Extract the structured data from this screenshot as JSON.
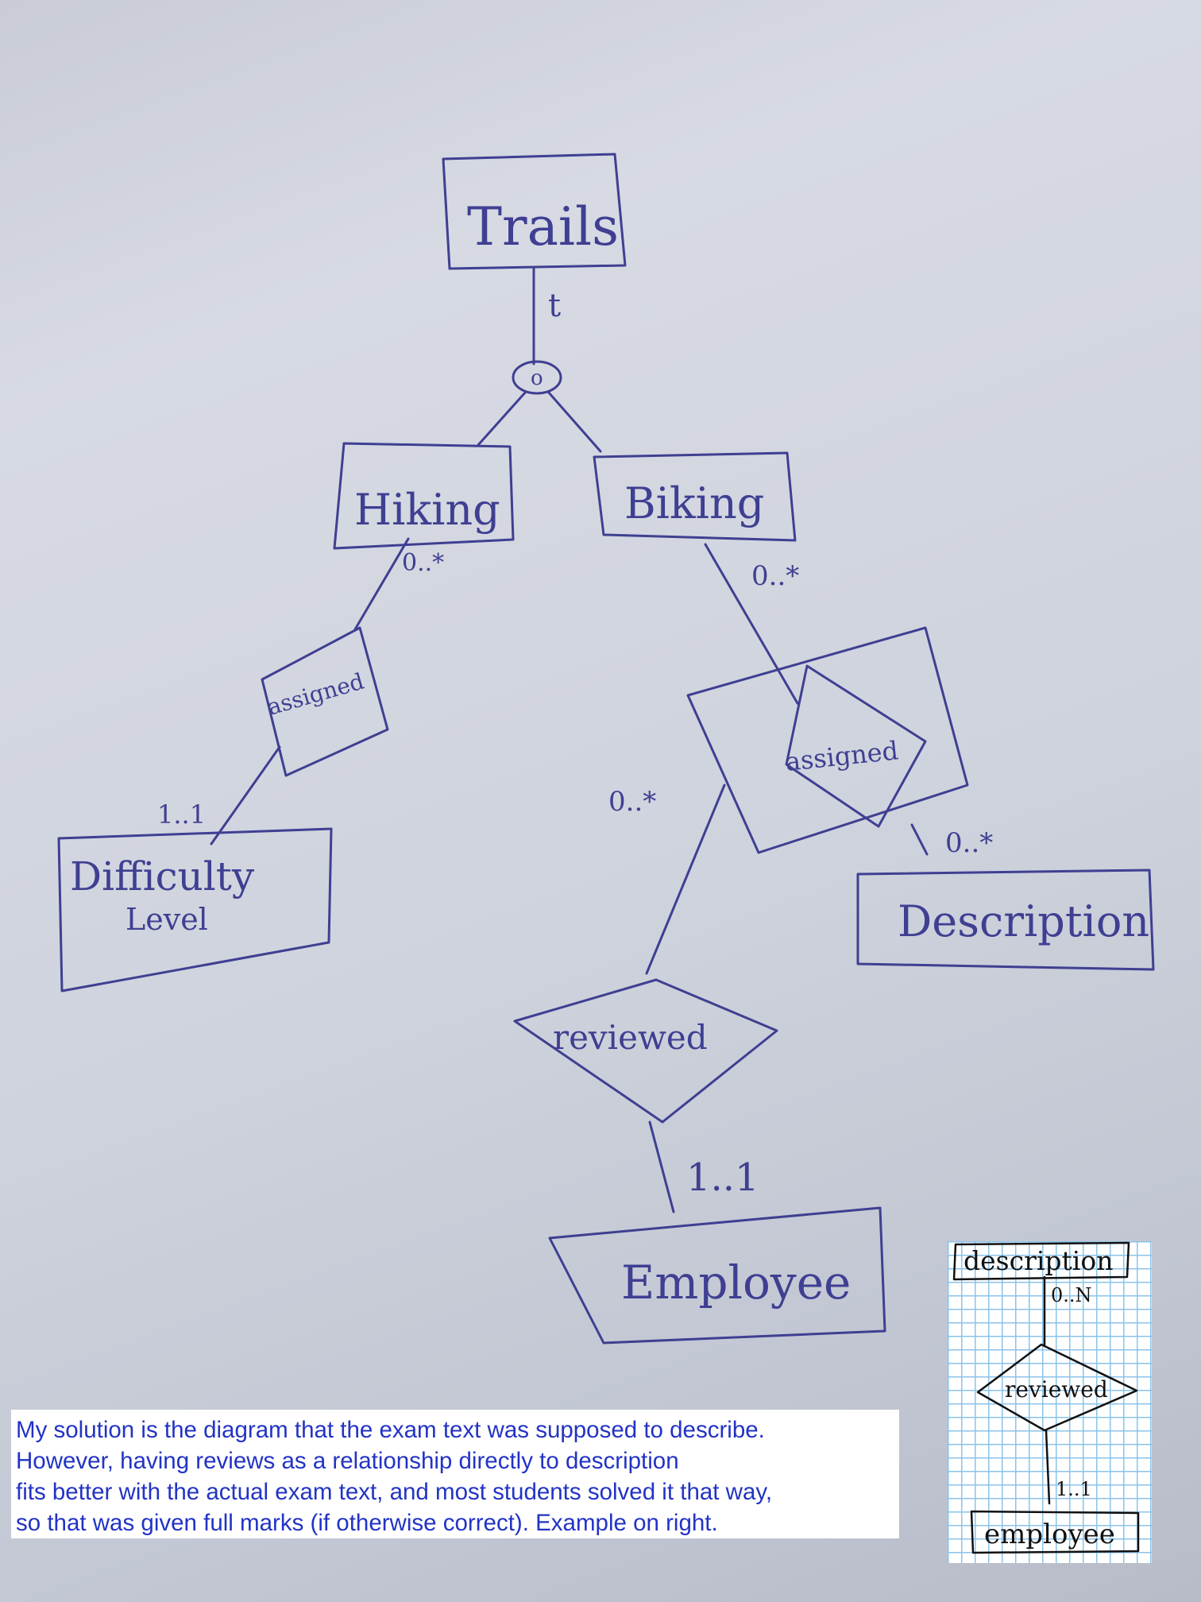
{
  "diagram": {
    "entities": {
      "trails": "Trails",
      "hiking": "Hiking",
      "biking": "Biking",
      "difficulty_level": [
        "Difficulty",
        "Level"
      ],
      "description": "Description",
      "employee": "Employee"
    },
    "relationships": {
      "assigned_hiking": "assigned",
      "assigned_biking": "assigned",
      "reviewed": "reviewed"
    },
    "specialization": {
      "constraint_symbol": "o",
      "completeness_label": "t"
    },
    "cardinalities": {
      "hiking_assigned": "0..*",
      "biking_assigned": "0..*",
      "difficulty_assigned": "1..1",
      "assigned_description": "0..*",
      "aggregate_reviewed": "0..*",
      "reviewed_employee": "1..1"
    }
  },
  "note": {
    "lines": [
      "My solution is the diagram that the exam text was supposed to describe.",
      "However, having reviews as a relationship directly to description",
      "fits better with the actual exam text, and most students solved it that way,",
      "so that was given full marks (if otherwise correct). Example on right."
    ]
  },
  "inset": {
    "entity_top": "description",
    "cardinality_top": "0..N",
    "relationship": "reviewed",
    "cardinality_bottom": "1..1",
    "entity_bottom": "employee"
  },
  "colors": {
    "ink": "#3f3f92",
    "note_text": "#2233c4",
    "grid": "#8bc3ea"
  }
}
